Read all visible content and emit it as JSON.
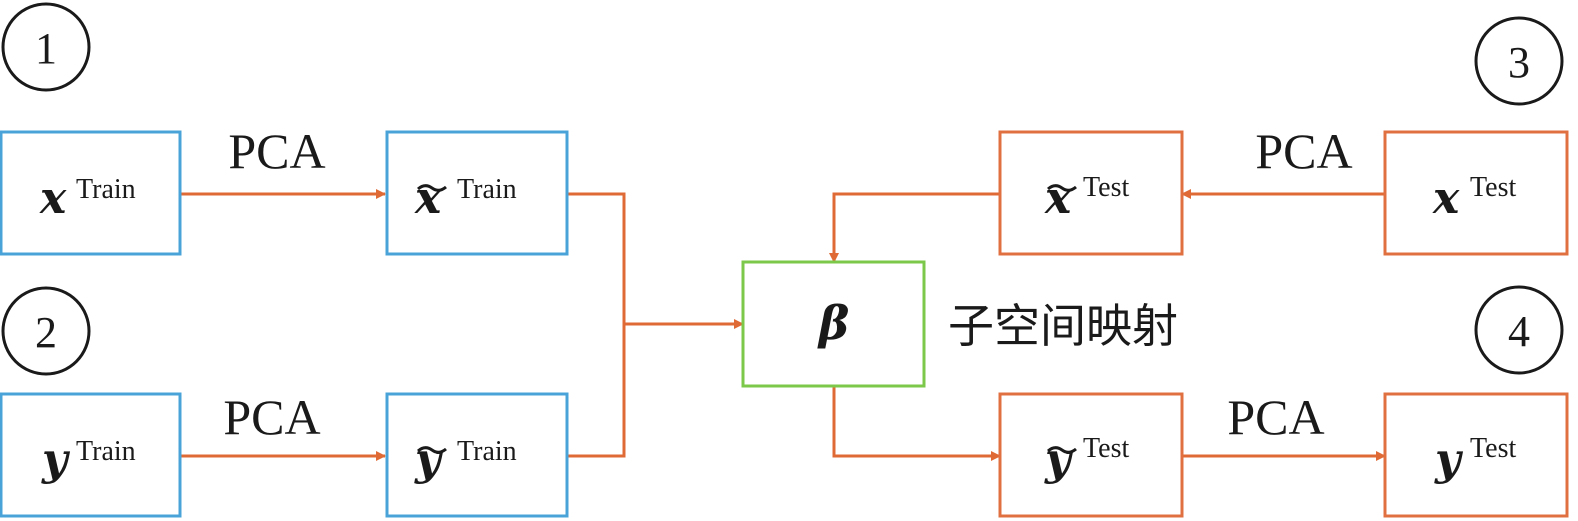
{
  "steps": {
    "s1": "1",
    "s2": "2",
    "s3": "3",
    "s4": "4"
  },
  "edges": {
    "pca_x_train": "PCA",
    "pca_y_train": "PCA",
    "pca_x_test": "PCA",
    "pca_y_test": "PCA"
  },
  "nodes": {
    "x_train": {
      "symbol": "x",
      "sup": "Train"
    },
    "x_train_tilde": {
      "symbol": "x",
      "sup": "Train"
    },
    "y_train": {
      "symbol": "y",
      "sup": "Train"
    },
    "y_train_tilde": {
      "symbol": "y",
      "sup": "Train"
    },
    "beta": {
      "symbol": "β"
    },
    "x_test_tilde": {
      "symbol": "x",
      "sup": "Test"
    },
    "x_test": {
      "symbol": "x",
      "sup": "Test"
    },
    "y_test_tilde": {
      "symbol": "y",
      "sup": "Test"
    },
    "y_test": {
      "symbol": "y",
      "sup": "Test"
    }
  },
  "center_label": "子空间映射",
  "colors": {
    "train_box": "#4aa3d8",
    "test_box": "#e07040",
    "beta_box": "#7cc84a",
    "arrow": "#e06a35",
    "text": "#1a1a1a"
  }
}
